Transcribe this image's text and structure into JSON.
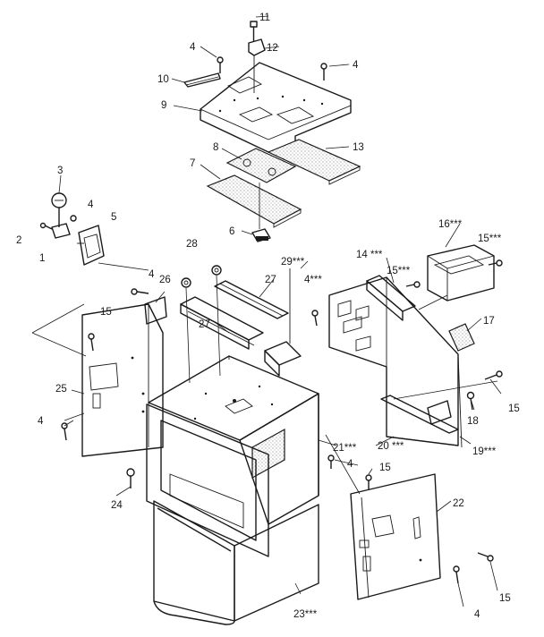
{
  "callouts": [
    {
      "id": "c11",
      "text": "11"
    },
    {
      "id": "c12",
      "text": "12"
    },
    {
      "id": "c4a",
      "text": "4"
    },
    {
      "id": "c4b",
      "text": "4"
    },
    {
      "id": "c10",
      "text": "10"
    },
    {
      "id": "c9",
      "text": "9"
    },
    {
      "id": "c13",
      "text": "13"
    },
    {
      "id": "c8",
      "text": "8"
    },
    {
      "id": "c7",
      "text": "7"
    },
    {
      "id": "c3",
      "text": "3"
    },
    {
      "id": "c4c",
      "text": "4"
    },
    {
      "id": "c5",
      "text": "5"
    },
    {
      "id": "c2",
      "text": "2"
    },
    {
      "id": "c1",
      "text": "1"
    },
    {
      "id": "c6",
      "text": "6"
    },
    {
      "id": "c16",
      "text": "16***"
    },
    {
      "id": "c15a",
      "text": "15***"
    },
    {
      "id": "c28",
      "text": "28"
    },
    {
      "id": "c29",
      "text": "29***"
    },
    {
      "id": "c14",
      "text": "14 ***"
    },
    {
      "id": "c15b",
      "text": "15***"
    },
    {
      "id": "c4d",
      "text": "4"
    },
    {
      "id": "c26",
      "text": "26"
    },
    {
      "id": "c27a",
      "text": "27"
    },
    {
      "id": "c4e",
      "text": "4***"
    },
    {
      "id": "c15c",
      "text": "15"
    },
    {
      "id": "c27b",
      "text": "27"
    },
    {
      "id": "c17",
      "text": "17"
    },
    {
      "id": "c25",
      "text": "25"
    },
    {
      "id": "c15d",
      "text": "15"
    },
    {
      "id": "c18",
      "text": "18"
    },
    {
      "id": "c4f",
      "text": "4"
    },
    {
      "id": "c21",
      "text": "21***"
    },
    {
      "id": "c20",
      "text": "20 ***"
    },
    {
      "id": "c19",
      "text": "19***"
    },
    {
      "id": "c4g",
      "text": "4"
    },
    {
      "id": "c15e",
      "text": "15"
    },
    {
      "id": "c24",
      "text": "24"
    },
    {
      "id": "c22",
      "text": "22"
    },
    {
      "id": "c15f",
      "text": "15"
    },
    {
      "id": "c23",
      "text": "23***"
    },
    {
      "id": "c4h",
      "text": "4"
    }
  ]
}
